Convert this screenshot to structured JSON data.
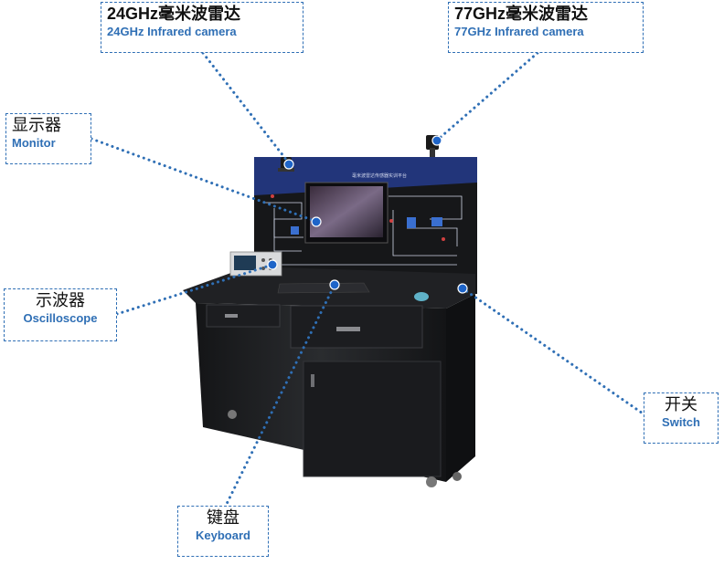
{
  "platform_label": "毫米波雷达传感器实训平台",
  "callouts": {
    "radar24": {
      "zh": "24GHz毫米波雷达",
      "en": "24GHz Infrared camera"
    },
    "radar77": {
      "zh": "77GHz毫米波雷达",
      "en": "77GHz Infrared camera"
    },
    "monitor": {
      "zh": "显示器",
      "en": "Monitor"
    },
    "oscilloscope": {
      "zh": "示波器",
      "en": "Oscilloscope"
    },
    "switch": {
      "zh": "开关",
      "en": "Switch"
    },
    "keyboard": {
      "zh": "键盘",
      "en": "Keyboard"
    }
  },
  "colors": {
    "accent": "#2f6fb5",
    "leader_dot": "#2f6fb5",
    "marker": "#1e64c8",
    "cabinet": "#1b1c1e",
    "panel_header": "#22357a"
  }
}
